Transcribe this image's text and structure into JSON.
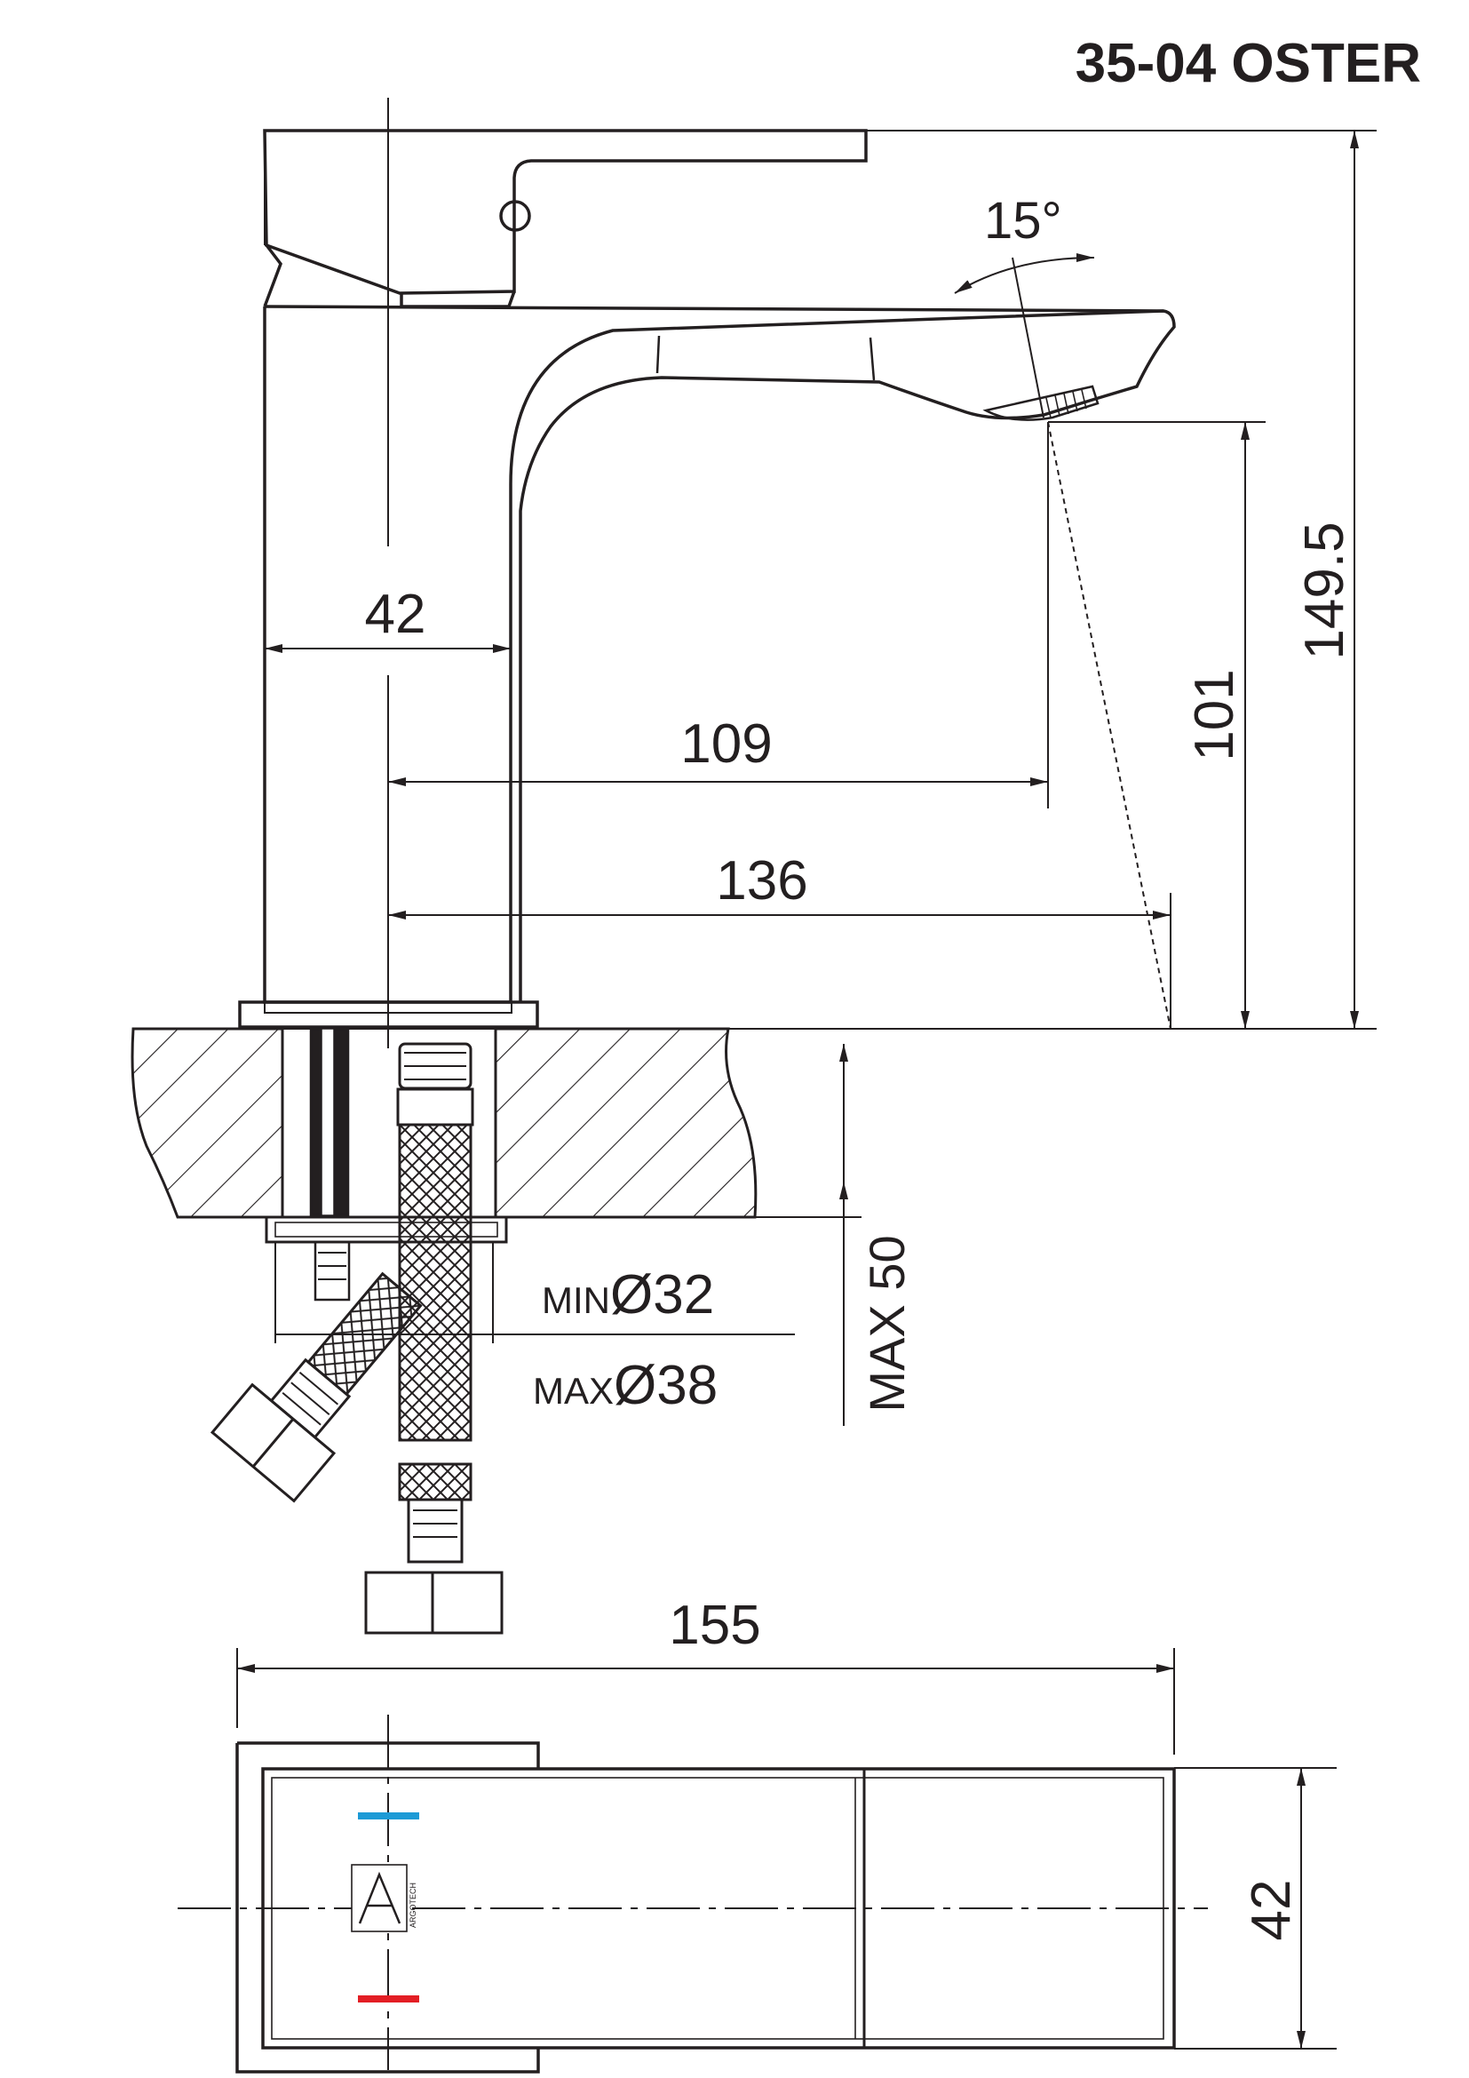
{
  "title": "35-04 OSTER",
  "dimensions": {
    "handle_angle": "15°",
    "total_height": "149.5",
    "spout_height": "101",
    "body_width": "42",
    "spout_reach": "109",
    "spout_outer": "136",
    "top_length": "155",
    "top_width": "42",
    "hole_min_prefix": "MIN",
    "hole_min_value": "Ø32",
    "hole_max_prefix": "MAX",
    "hole_max_value": "Ø38",
    "max_thickness": "MAX 50"
  },
  "logo_text": "ARGOTECH",
  "colors": {
    "line": "#231f20",
    "cold": "#1c9ad6",
    "hot": "#e31e24"
  }
}
